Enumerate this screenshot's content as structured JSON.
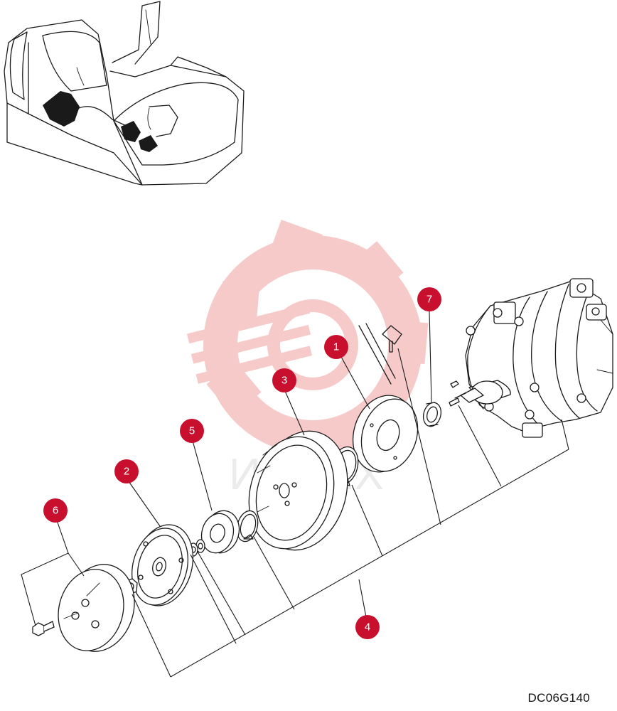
{
  "drawing_code": "DC06G140",
  "callouts": [
    {
      "number": "1"
    },
    {
      "number": "2"
    },
    {
      "number": "3"
    },
    {
      "number": "4"
    },
    {
      "number": "5"
    },
    {
      "number": "6"
    },
    {
      "number": "7"
    }
  ],
  "watermark": {
    "text": "ИНТЕХ",
    "color": "#f5b5b5"
  },
  "colors": {
    "callout": "#c8102e",
    "line": "#1a1a1a",
    "background": "#ffffff"
  }
}
